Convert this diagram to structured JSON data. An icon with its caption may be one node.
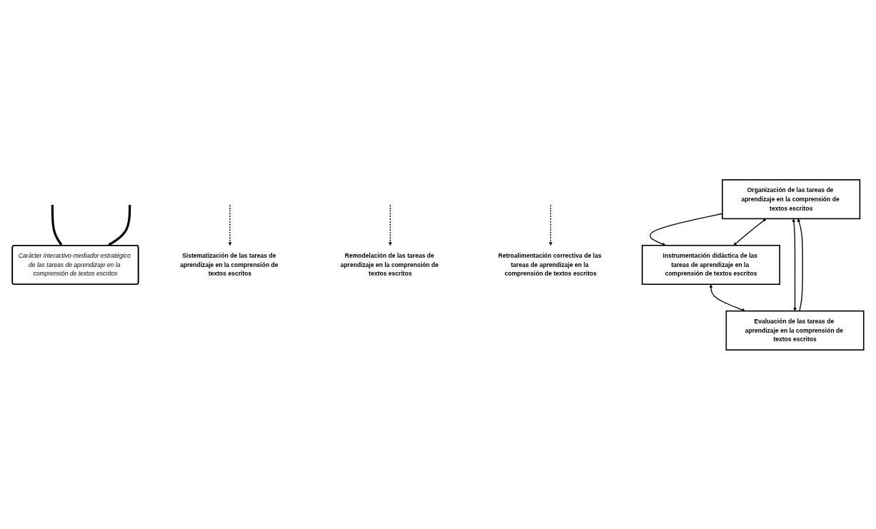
{
  "diagram": {
    "nodes": [
      {
        "text": [
          "Organización de las tareas de aprendizaje en la comprensión de textos escritos"
        ]
      },
      {
        "text": [
          "Instrumentación didáctica de las tareas de aprendizaje en la comprensión de textos escritos"
        ]
      },
      {
        "text": [
          "Evaluación de las tareas de aprendizaje en la comprensión de textos escritos"
        ]
      },
      {
        "text": [
          "Carácter interactivo-mediador-estratégico de las tareas de aprendizaje en la comprensión de textos escritos"
        ]
      },
      {
        "text": [
          "Sistematización de las tareas de aprendizaje en la comprensión de textos escritos"
        ]
      },
      {
        "text": [
          "Remodelación de las tareas de aprendizaje en la comprensión de textos escritos"
        ]
      },
      {
        "text": [
          "Retroalimentación correctiva de las tareas de aprendizaje en la comprensión de textos escritos"
        ]
      }
    ],
    "edges": [
      {
        "from": 0,
        "to": 1,
        "arrow": "to"
      },
      {
        "from": 2,
        "to": 0,
        "arrow": "to"
      },
      {
        "from": 0,
        "to": 1,
        "arrow": "both"
      },
      {
        "from": 0,
        "to": 2,
        "arrow": "both"
      },
      {
        "from": 1,
        "to": 2,
        "arrow": "both"
      },
      {
        "from": null,
        "to": 4,
        "arrow": "to",
        "style": "dashed"
      },
      {
        "from": null,
        "to": 5,
        "arrow": "to",
        "style": "dashed"
      },
      {
        "from": null,
        "to": 6,
        "arrow": "to",
        "style": "dashed"
      },
      {
        "from": null,
        "to": 3,
        "arrow": "to",
        "style": "thick"
      },
      {
        "from": null,
        "to": 3,
        "arrow": "to",
        "style": "thick"
      }
    ]
  }
}
